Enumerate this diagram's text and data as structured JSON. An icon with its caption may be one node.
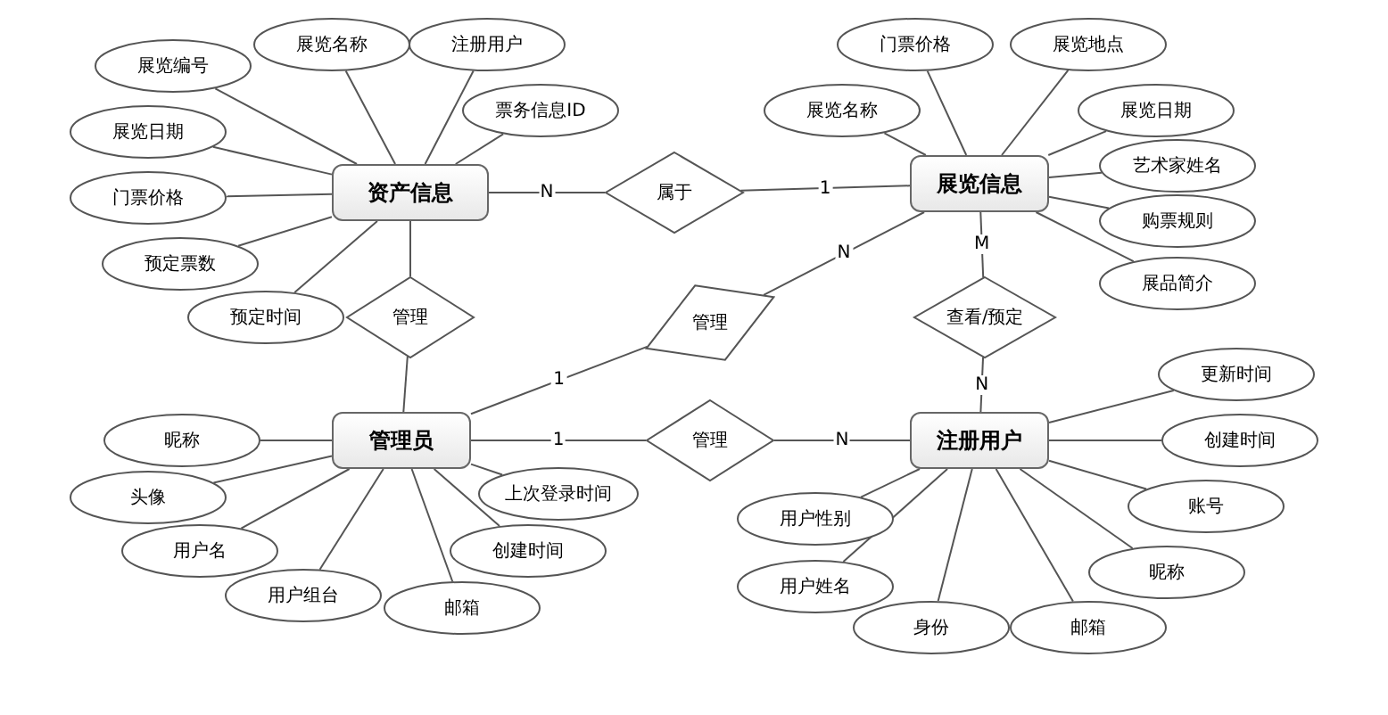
{
  "diagram": {
    "nodes": [
      {
        "text": [
          "资产信息"
        ]
      },
      {
        "text": [
          "展览信息"
        ]
      },
      {
        "text": [
          "管理员"
        ]
      },
      {
        "text": [
          "注册用户"
        ]
      },
      {
        "text": [
          "属于"
        ]
      },
      {
        "text": [
          "管理"
        ]
      },
      {
        "text": [
          "管理"
        ]
      },
      {
        "text": [
          "查看/预定"
        ]
      },
      {
        "text": [
          "管理"
        ]
      },
      {
        "text": [
          "展览编号"
        ]
      },
      {
        "text": [
          "展览名称"
        ]
      },
      {
        "text": [
          "注册用户"
        ]
      },
      {
        "text": [
          "票务信息ID"
        ]
      },
      {
        "text": [
          "展览日期"
        ]
      },
      {
        "text": [
          "门票价格"
        ]
      },
      {
        "text": [
          "预定票数"
        ]
      },
      {
        "text": [
          "预定时间"
        ]
      },
      {
        "text": [
          "门票价格"
        ]
      },
      {
        "text": [
          "展览地点"
        ]
      },
      {
        "text": [
          "展览名称"
        ]
      },
      {
        "text": [
          "展览日期"
        ]
      },
      {
        "text": [
          "艺术家姓名"
        ]
      },
      {
        "text": [
          "购票规则"
        ]
      },
      {
        "text": [
          "展品简介"
        ]
      },
      {
        "text": [
          "昵称"
        ]
      },
      {
        "text": [
          "头像"
        ]
      },
      {
        "text": [
          "用户名"
        ]
      },
      {
        "text": [
          "用户组台"
        ]
      },
      {
        "text": [
          "上次登录时间"
        ]
      },
      {
        "text": [
          "创建时间"
        ]
      },
      {
        "text": [
          "邮箱"
        ]
      },
      {
        "text": [
          "更新时间"
        ]
      },
      {
        "text": [
          "创建时间"
        ]
      },
      {
        "text": [
          "账号"
        ]
      },
      {
        "text": [
          "用户性别"
        ]
      },
      {
        "text": [
          "昵称"
        ]
      },
      {
        "text": [
          "用户姓名"
        ]
      },
      {
        "text": [
          "身份"
        ]
      },
      {
        "text": [
          "邮箱"
        ]
      }
    ],
    "edges": [
      {
        "from": 0,
        "to": 4,
        "arrow": "none",
        "label": "N"
      },
      {
        "from": 4,
        "to": 1,
        "arrow": "none",
        "label": "1"
      },
      {
        "from": 0,
        "to": 5,
        "arrow": "none"
      },
      {
        "from": 5,
        "to": 2,
        "arrow": "none"
      },
      {
        "from": 2,
        "to": 6,
        "arrow": "none",
        "label": "1"
      },
      {
        "from": 6,
        "to": 1,
        "arrow": "none",
        "label": "N"
      },
      {
        "from": 1,
        "to": 7,
        "arrow": "none",
        "label": "M"
      },
      {
        "from": 7,
        "to": 3,
        "arrow": "none",
        "label": "N"
      },
      {
        "from": 2,
        "to": 8,
        "arrow": "none",
        "label": "1"
      },
      {
        "from": 8,
        "to": 3,
        "arrow": "none",
        "label": "N"
      },
      {
        "from": 0,
        "to": 9,
        "arrow": "none"
      },
      {
        "from": 0,
        "to": 10,
        "arrow": "none"
      },
      {
        "from": 0,
        "to": 11,
        "arrow": "none"
      },
      {
        "from": 0,
        "to": 12,
        "arrow": "none"
      },
      {
        "from": 0,
        "to": 13,
        "arrow": "none"
      },
      {
        "from": 0,
        "to": 14,
        "arrow": "none"
      },
      {
        "from": 0,
        "to": 15,
        "arrow": "none"
      },
      {
        "from": 0,
        "to": 16,
        "arrow": "none"
      },
      {
        "from": 1,
        "to": 17,
        "arrow": "none"
      },
      {
        "from": 1,
        "to": 18,
        "arrow": "none"
      },
      {
        "from": 1,
        "to": 19,
        "arrow": "none"
      },
      {
        "from": 1,
        "to": 20,
        "arrow": "none"
      },
      {
        "from": 1,
        "to": 21,
        "arrow": "none"
      },
      {
        "from": 1,
        "to": 22,
        "arrow": "none"
      },
      {
        "from": 1,
        "to": 23,
        "arrow": "none"
      },
      {
        "from": 2,
        "to": 24,
        "arrow": "none"
      },
      {
        "from": 2,
        "to": 25,
        "arrow": "none"
      },
      {
        "from": 2,
        "to": 26,
        "arrow": "none"
      },
      {
        "from": 2,
        "to": 27,
        "arrow": "none"
      },
      {
        "from": 2,
        "to": 28,
        "arrow": "none"
      },
      {
        "from": 2,
        "to": 29,
        "arrow": "none"
      },
      {
        "from": 2,
        "to": 30,
        "arrow": "none"
      },
      {
        "from": 3,
        "to": 31,
        "arrow": "none"
      },
      {
        "from": 3,
        "to": 32,
        "arrow": "none"
      },
      {
        "from": 3,
        "to": 33,
        "arrow": "none"
      },
      {
        "from": 3,
        "to": 34,
        "arrow": "none"
      },
      {
        "from": 3,
        "to": 35,
        "arrow": "none"
      },
      {
        "from": 3,
        "to": 36,
        "arrow": "none"
      },
      {
        "from": 3,
        "to": 37,
        "arrow": "none"
      },
      {
        "from": 3,
        "to": 38,
        "arrow": "none"
      }
    ]
  }
}
